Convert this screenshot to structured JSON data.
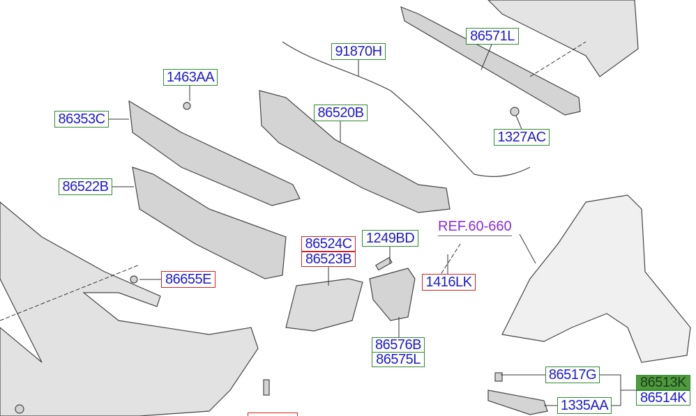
{
  "diagram": {
    "labels": {
      "p91870H": "91870H",
      "p86571L": "86571L",
      "p1463AA": "1463AA",
      "p86353C": "86353C",
      "p86520B": "86520B",
      "p1327AC": "1327AC",
      "p86522B": "86522B",
      "p86524C": "86524C",
      "p86523B": "86523B",
      "p1249BD": "1249BD",
      "p86655E": "86655E",
      "p1416LK": "1416LK",
      "p86576B": "86576B",
      "p86575L": "86575L",
      "p86517G": "86517G",
      "p86513K": "86513K",
      "p86514K": "86514K",
      "p1335AA": "1335AA"
    },
    "reference": "REF.60-660",
    "selected_part": "86513K",
    "colors": {
      "text": "#1a1ad0",
      "green_box": "#2e8b2e",
      "red_box": "#d42020",
      "selected_fill": "#4f9a3c",
      "ref": "#8a2be2"
    }
  }
}
